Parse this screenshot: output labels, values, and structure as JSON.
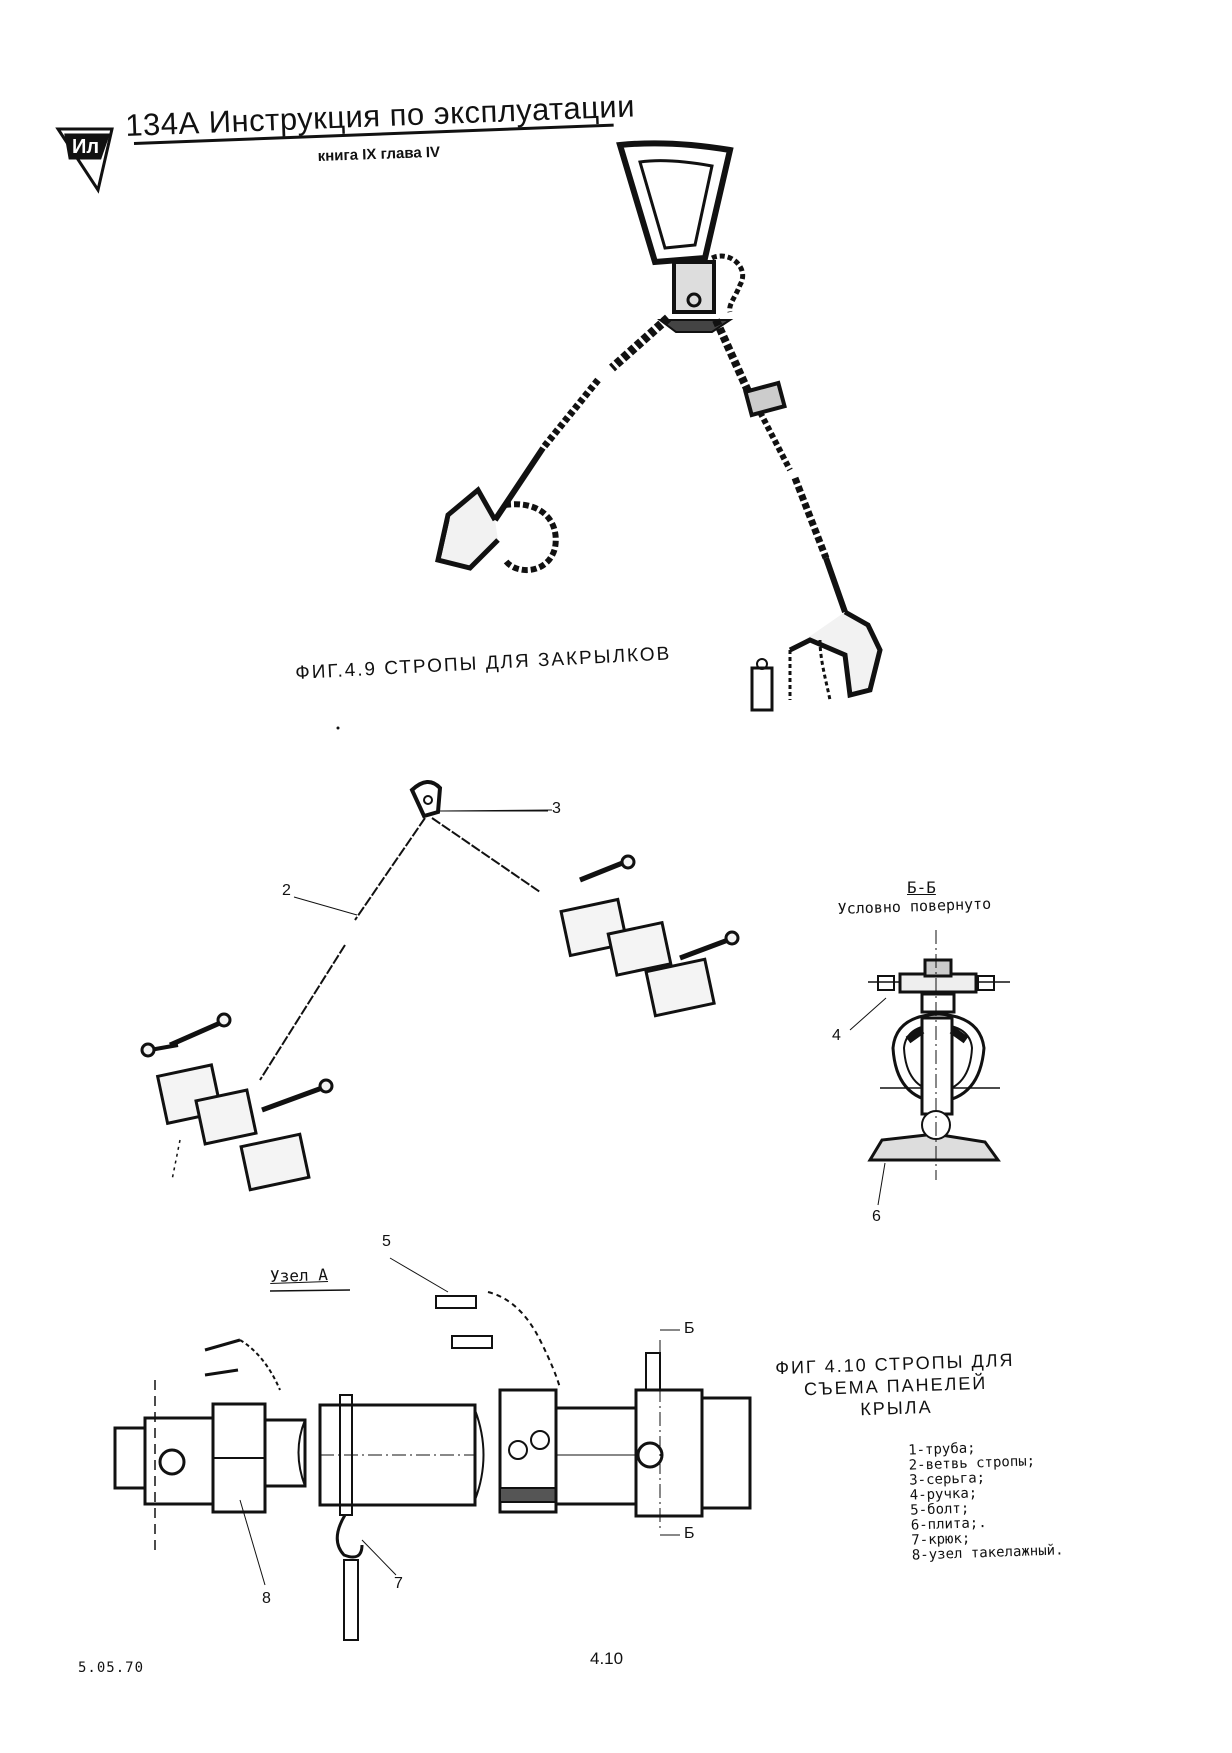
{
  "header": {
    "logo_text": "Ил",
    "title": "134А  Инструкция по эксплуатации",
    "subtitle": "книга IX  глава IV"
  },
  "fig49": {
    "caption": "ФИГ.4.9   СТРОПЫ   ДЛЯ   ЗАКРЫЛКОВ"
  },
  "fig410": {
    "caption_line1": "ФИГ 4.10  СТРОПЫ  ДЛЯ",
    "caption_line2": "СЪЕМА  ПАНЕЛЕЙ",
    "caption_line3": "КРЫЛА",
    "section_label": "Б-Б",
    "section_note": "Условно повернуто",
    "detail_label": "Узел А",
    "section_marker_top": "Б",
    "section_marker_bottom": "Б",
    "callouts": [
      "2",
      "3",
      "4",
      "5",
      "6",
      "7",
      "8"
    ],
    "legend": [
      "1-труба;",
      "2-ветвь стропы;",
      "3-серьга;",
      "4-ручка;",
      "5-болт;",
      "6-плита;.",
      "7-крюк;",
      "8-узел такелажный."
    ]
  },
  "footer": {
    "date": "5.05.70",
    "page": "4.10"
  }
}
